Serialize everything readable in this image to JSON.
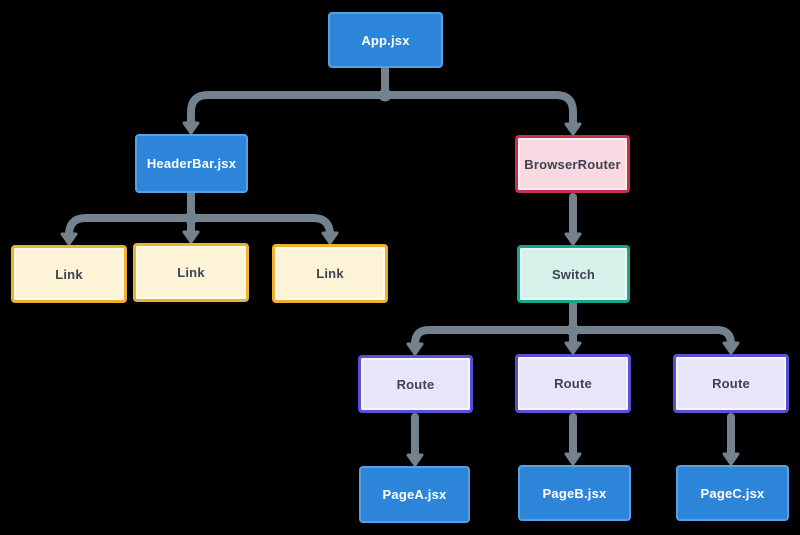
{
  "diagram": {
    "type": "react-component-tree",
    "nodes": {
      "app": {
        "label": "App.jsx",
        "kind": "component"
      },
      "header_bar": {
        "label": "HeaderBar.jsx",
        "kind": "component"
      },
      "browser_router": {
        "label": "BrowserRouter",
        "kind": "router"
      },
      "link_1": {
        "label": "Link",
        "kind": "link"
      },
      "link_2": {
        "label": "Link",
        "kind": "link"
      },
      "link_3": {
        "label": "Link",
        "kind": "link"
      },
      "switch": {
        "label": "Switch",
        "kind": "switch"
      },
      "route_1": {
        "label": "Route",
        "kind": "route"
      },
      "route_2": {
        "label": "Route",
        "kind": "route"
      },
      "route_3": {
        "label": "Route",
        "kind": "route"
      },
      "page_a": {
        "label": "PageA.jsx",
        "kind": "component"
      },
      "page_b": {
        "label": "PageB.jsx",
        "kind": "component"
      },
      "page_c": {
        "label": "PageC.jsx",
        "kind": "component"
      }
    },
    "edges": [
      {
        "from": "app",
        "to": "header_bar"
      },
      {
        "from": "app",
        "to": "browser_router"
      },
      {
        "from": "header_bar",
        "to": "link_1"
      },
      {
        "from": "header_bar",
        "to": "link_2"
      },
      {
        "from": "header_bar",
        "to": "link_3"
      },
      {
        "from": "browser_router",
        "to": "switch"
      },
      {
        "from": "switch",
        "to": "route_1"
      },
      {
        "from": "switch",
        "to": "route_2"
      },
      {
        "from": "switch",
        "to": "route_3"
      },
      {
        "from": "route_1",
        "to": "page_a"
      },
      {
        "from": "route_2",
        "to": "page_b"
      },
      {
        "from": "route_3",
        "to": "page_c"
      }
    ],
    "colors": {
      "background": "#000000",
      "connector": "#74828f",
      "component_fill": "#2d85d9",
      "component_border": "#56a0e4",
      "component_text": "#ffffff",
      "router_fill": "#f9d9e1",
      "router_border": "#cb2e4e",
      "link_fill": "#fdf3d7",
      "link_border": "#eeb02f",
      "switch_fill": "#d5f1ea",
      "switch_border": "#17a58c",
      "route_fill": "#e8e5f8",
      "route_border": "#5a50d7",
      "light_node_text": "#3d4352"
    }
  }
}
